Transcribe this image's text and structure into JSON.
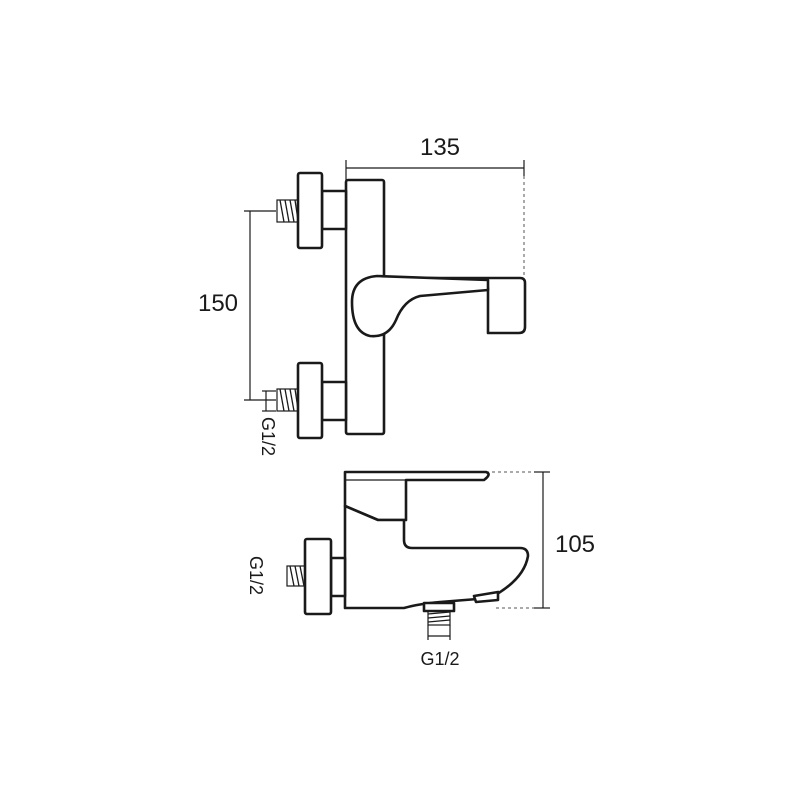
{
  "dimensions": {
    "width_label": "135",
    "height_label": "150",
    "depth_label": "105"
  },
  "connections": {
    "front_inlet": "G1/2",
    "side_inlet": "G1/2",
    "bottom_outlet": "G1/2"
  },
  "colors": {
    "line": "#1a1a1a",
    "dashed": "#555555",
    "background": "#ffffff"
  }
}
